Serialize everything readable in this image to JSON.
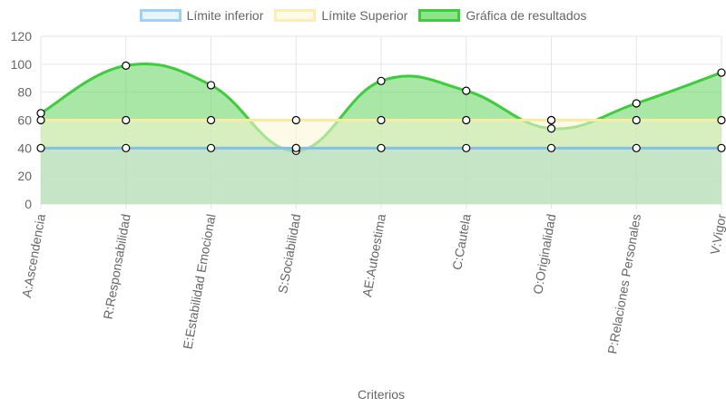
{
  "legend": [
    {
      "label": "Límite inferior",
      "fill": "#eaf4fc",
      "stroke": "#9fd0f5"
    },
    {
      "label": "Límite Superior",
      "fill": "#fffbea",
      "stroke": "#fbeeb0"
    },
    {
      "label": "Gráfica de resultados",
      "fill": "#8fe38a",
      "stroke": "#3ccc3c"
    }
  ],
  "chart_data": {
    "type": "area",
    "categories": [
      "A:Ascendencia",
      "R:Responsabilidad",
      "E:Estabilidad Emocional",
      "S:Sociabilidad",
      "AE:Autoestima",
      "C:Cautela",
      "O:Originalidad",
      "P:Relaciones Personales",
      "V:Vigor"
    ],
    "series": [
      {
        "name": "Límite inferior",
        "values": [
          40,
          40,
          40,
          40,
          40,
          40,
          40,
          40,
          40
        ],
        "color": "#82c0e8"
      },
      {
        "name": "Límite Superior",
        "values": [
          60,
          60,
          60,
          60,
          60,
          60,
          60,
          60,
          60
        ],
        "color": "#f8eca0"
      },
      {
        "name": "Gráfica de resultados",
        "values": [
          65,
          99,
          85,
          38,
          88,
          81,
          54,
          72,
          94
        ],
        "color": "#3ccc3c"
      }
    ],
    "extra_points": [
      {
        "category": "S:Sociabilidad",
        "value": 40
      },
      {
        "category": "O:Originalidad",
        "value": 60
      }
    ],
    "yticks": [
      0,
      20,
      40,
      60,
      80,
      100,
      120
    ],
    "ylim": [
      0,
      120
    ],
    "xlabel": "Criterios",
    "ylabel": "",
    "grid": true,
    "legend_position": "top"
  }
}
